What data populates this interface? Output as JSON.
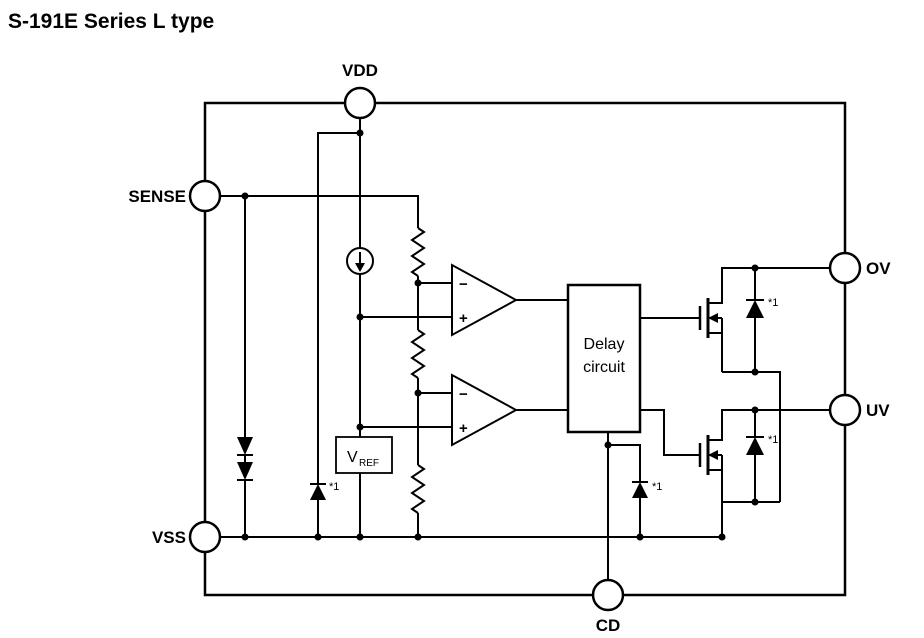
{
  "title": "S-191E Series L type",
  "pins": {
    "vdd": "VDD",
    "sense": "SENSE",
    "vss": "VSS",
    "cd": "CD",
    "ov": "OV",
    "uv": "UV"
  },
  "delay_block": {
    "line1": "Delay",
    "line2": "circuit"
  },
  "vref_block": {
    "main": "V",
    "sub": "REF"
  },
  "comparator": {
    "minus": "−",
    "plus": "+"
  },
  "note": {
    "parasitic": "*1"
  },
  "colors": {
    "line": "#000000",
    "background": "#ffffff"
  }
}
